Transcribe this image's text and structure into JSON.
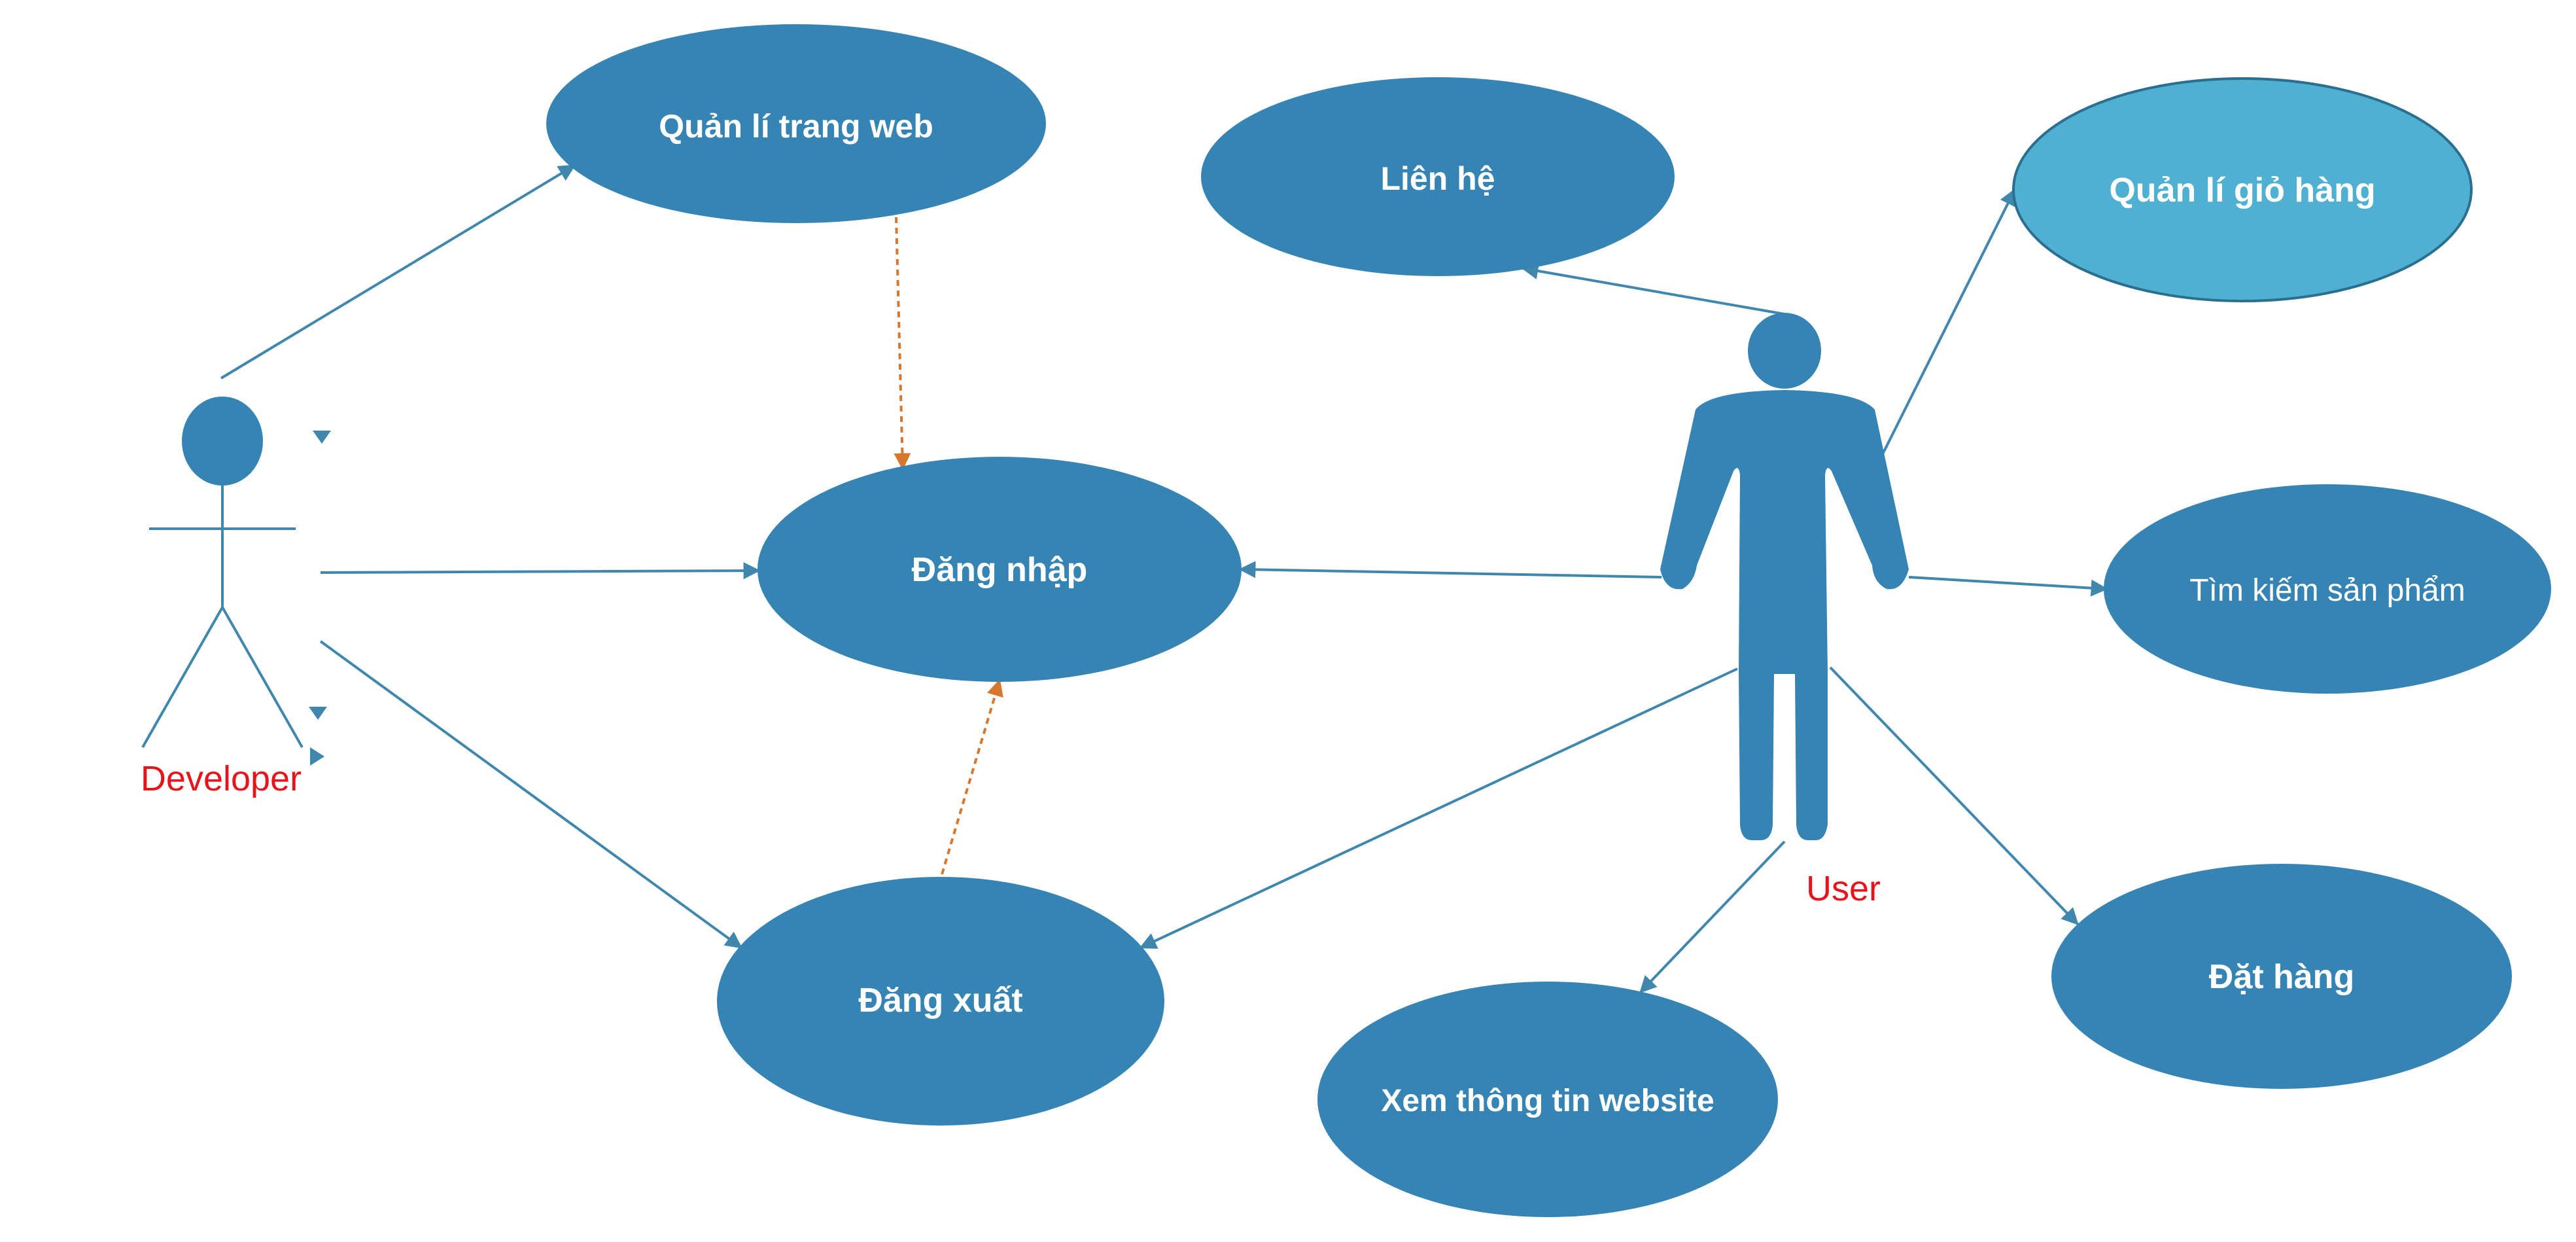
{
  "colors": {
    "usecase_fill": "#3584b4",
    "usecase_highlight_fill": "#4fb0d1",
    "usecase_highlight_stroke": "#2a6f8f",
    "association_line": "#3f87ad",
    "dependency_line": "#d7772e",
    "actor_fill": "#3584b4",
    "actor_label": "#e8141b"
  },
  "actors": {
    "developer": {
      "label": "Developer",
      "icon": "stick-figure-icon"
    },
    "user": {
      "label": "User",
      "icon": "person-silhouette-icon"
    }
  },
  "use_cases": {
    "quan_li_trang_web": "Quản lí trang web",
    "dang_nhap": "Đăng nhập",
    "dang_xuat": "Đăng xuất",
    "lien_he": "Liên hệ",
    "quan_li_gio_hang": "Quản lí giỏ hàng",
    "tim_kiem_san_pham": "Tìm kiếm sản phẩm",
    "dat_hang": "Đặt hàng",
    "xem_thong_tin_website": "Xem thông tin website"
  }
}
